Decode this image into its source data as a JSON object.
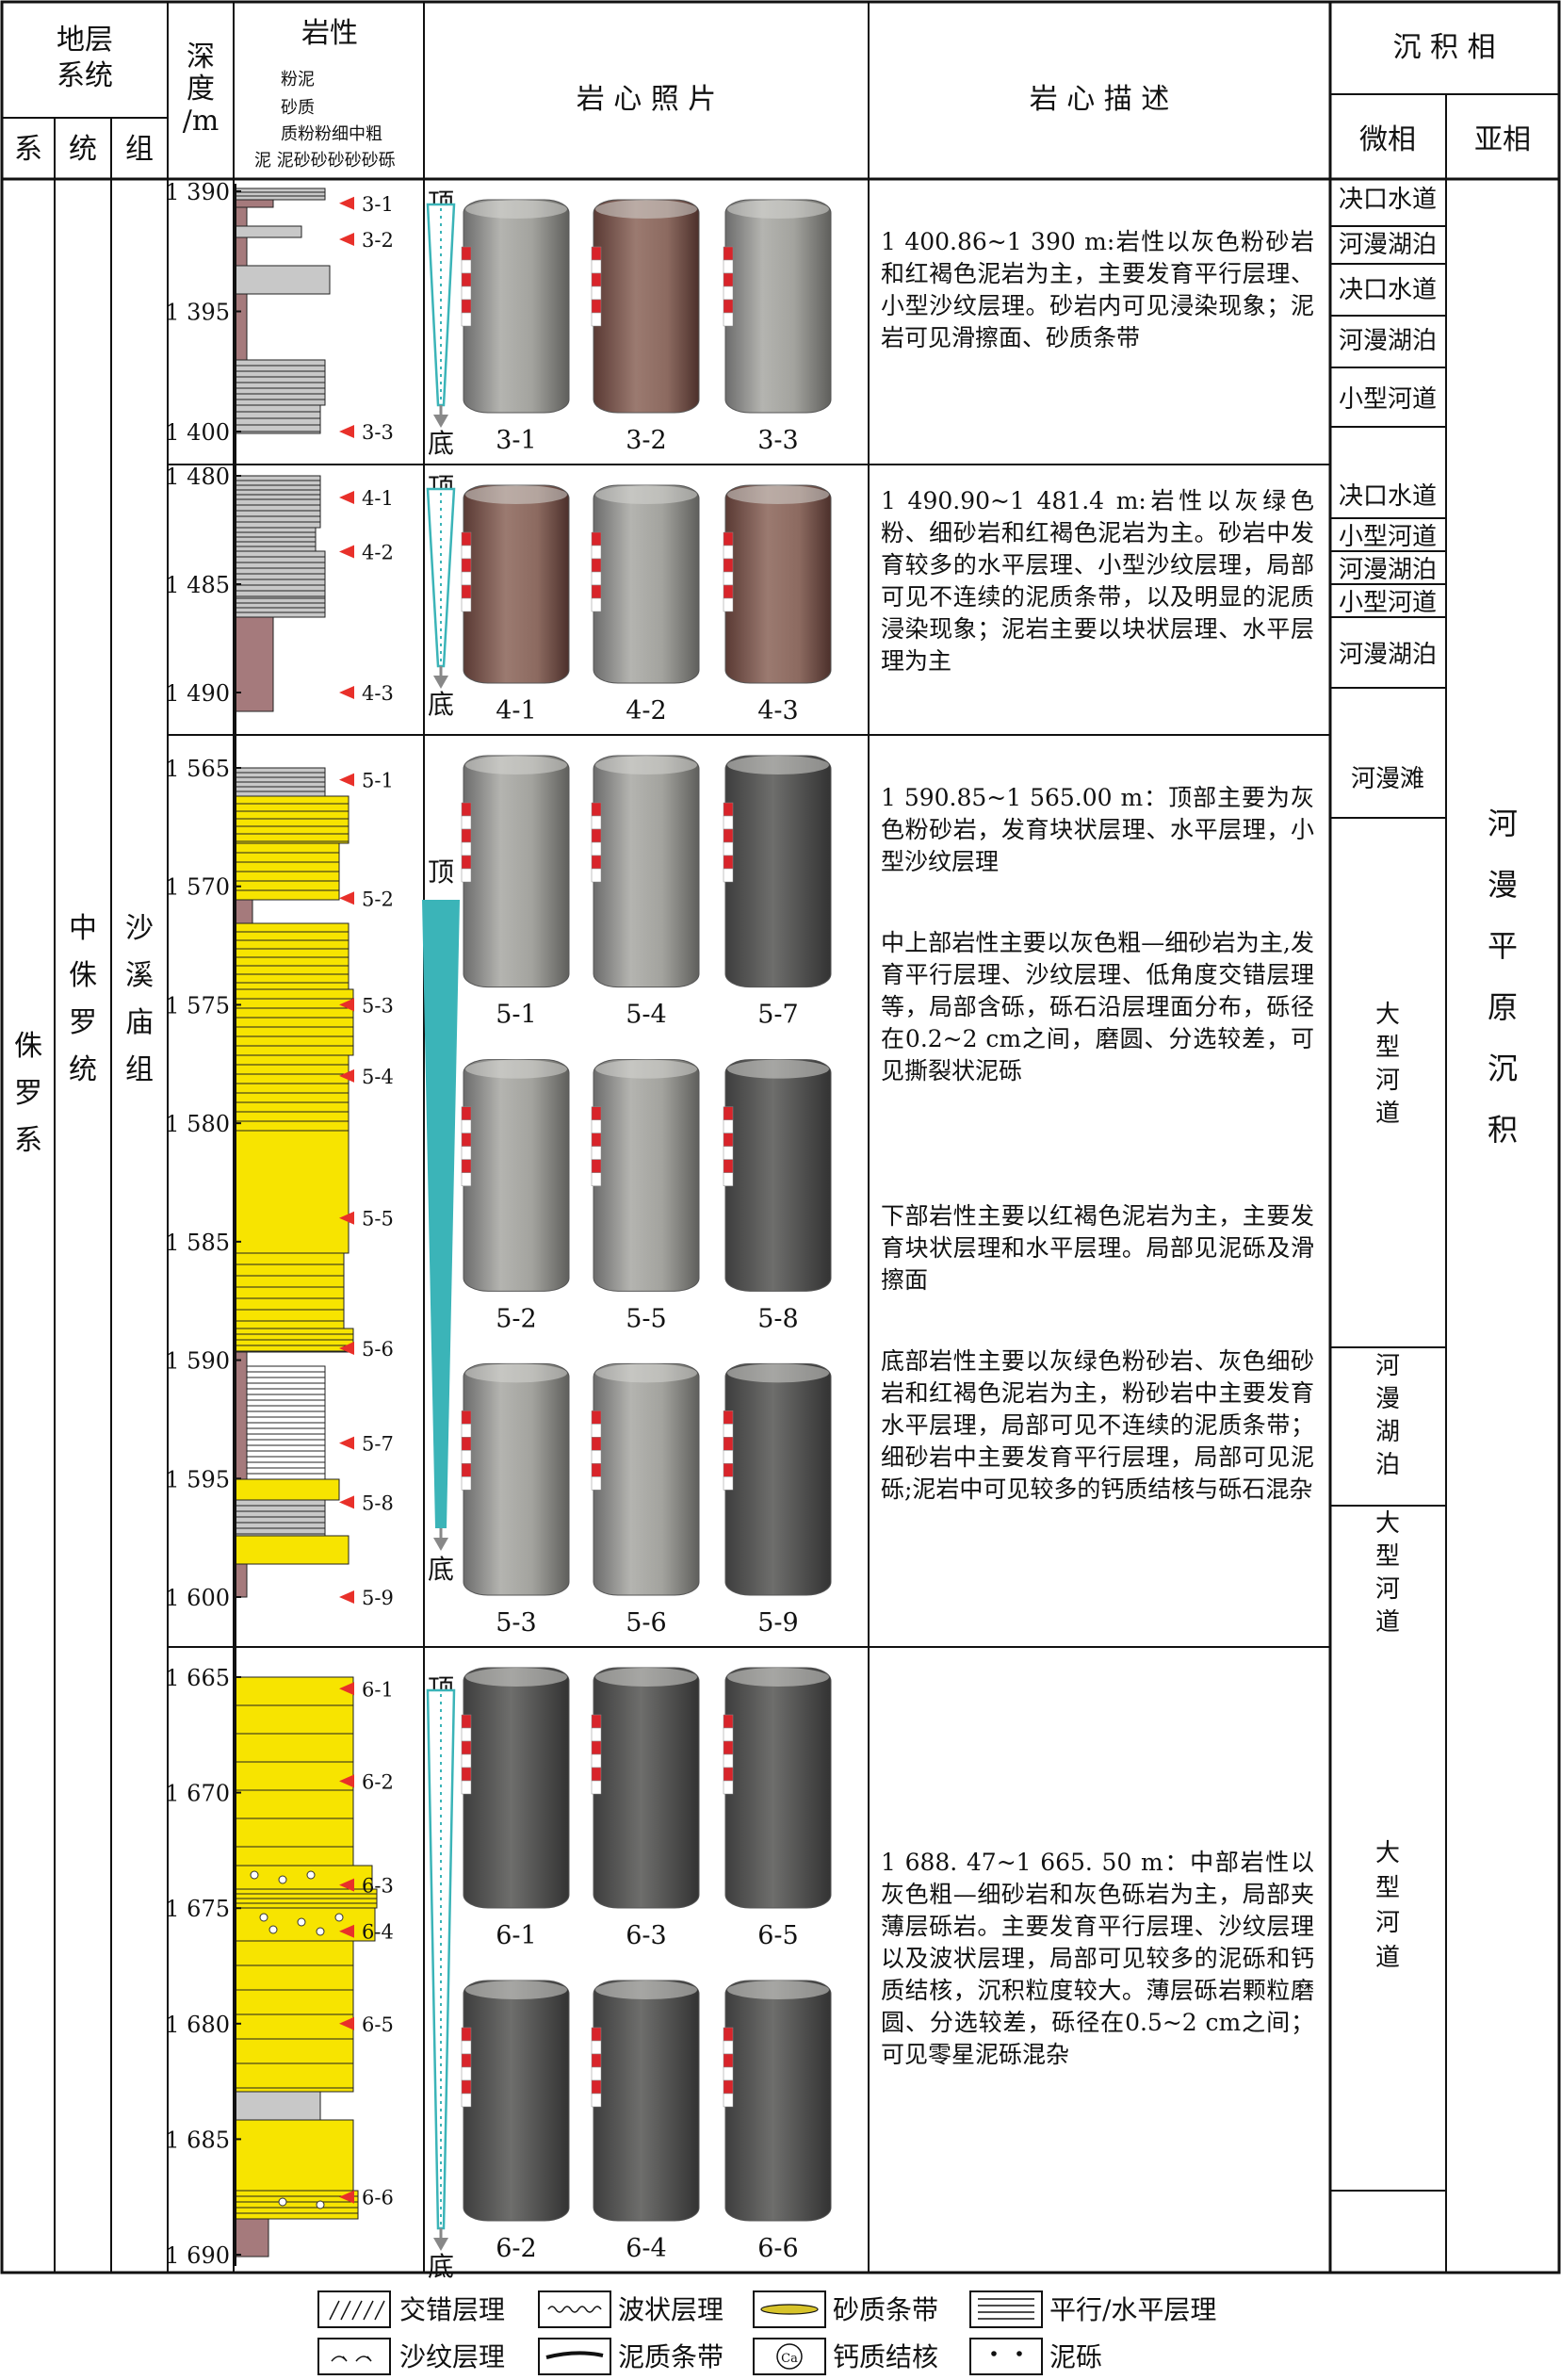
{
  "header": {
    "stratigraphy": "地层\n系统",
    "system": "系",
    "series": "统",
    "formation": "组",
    "depth": "深\n度\n/m",
    "lithology": "岩性",
    "lith_types": [
      "粉",
      "砂",
      "质",
      "泥"
    ],
    "lith_sub": "泥泥砂砂砂砂砂砾",
    "lith_sub2": "粉细中粗",
    "photos": "岩 心 照 片",
    "description": "岩 心 描 述",
    "facies": "沉 积 相",
    "microfacies": "微相",
    "subfacies": "亚相"
  },
  "strat": {
    "system": "侏罗系",
    "series": "中侏罗统",
    "formation": "沙溪庙组"
  },
  "sections": [
    {
      "depths": [
        "1 390",
        "1 395",
        "1 400"
      ],
      "depth_values": [
        1390,
        1395,
        1400
      ],
      "markers": [
        "3-1",
        "3-2",
        "3-3"
      ],
      "marker_depths": [
        1390.5,
        1392,
        1400
      ],
      "top_label": "顶",
      "bottom_label": "底",
      "photo_labels": [
        "3-1",
        "3-2",
        "3-3"
      ],
      "description": [
        "1 400.86~1 390 m:岩性以灰色粉砂岩和红褐色泥岩为主，主要发育平行层理、小型沙纹层理。砂岩内可见浸染现象；泥岩可见滑擦面、砂质条带"
      ],
      "micro": [
        "决口水道",
        "河漫湖泊",
        "决口水道",
        "河漫湖泊",
        "小型河道"
      ]
    },
    {
      "depths": [
        "1 480",
        "1 485",
        "1 490"
      ],
      "depth_values": [
        1480,
        1485,
        1490
      ],
      "markers": [
        "4-1",
        "4-2",
        "4-3"
      ],
      "marker_depths": [
        1481,
        1483.5,
        1490
      ],
      "top_label": "顶",
      "bottom_label": "底",
      "photo_labels": [
        "4-1",
        "4-2",
        "4-3"
      ],
      "description": [
        "1 490.90~1 481.4 m:岩性以灰绿色粉、细砂岩和红褐色泥岩为主。砂岩中发育较多的水平层理、小型沙纹层理，局部可见不连续的泥质条带，以及明显的泥质浸染现象；泥岩主要以块状层理、水平层理为主"
      ],
      "micro": [
        "决口水道",
        "小型河道",
        "河漫湖泊",
        "小型河道",
        "河漫湖泊"
      ]
    },
    {
      "depths": [
        "1 565",
        "1 570",
        "1 575",
        "1 580",
        "1 585",
        "1 590",
        "1 595",
        "1 600"
      ],
      "depth_values": [
        1565,
        1570,
        1575,
        1580,
        1585,
        1590,
        1595,
        1600
      ],
      "markers": [
        "5-1",
        "5-2",
        "5-3",
        "5-4",
        "5-5",
        "5-6",
        "5-7",
        "5-8",
        "5-9"
      ],
      "marker_depths": [
        1565.5,
        1570.5,
        1575,
        1578,
        1584,
        1589.5,
        1593.5,
        1596,
        1600
      ],
      "top_label": "顶",
      "bottom_label": "底",
      "photo_labels": [
        "5-1",
        "5-4",
        "5-7",
        "5-2",
        "5-5",
        "5-8",
        "5-3",
        "5-6",
        "5-9"
      ],
      "description": [
        "1 590.85~1 565.00 m：顶部主要为灰色粉砂岩，发育块状层理、水平层理，小型沙纹层理",
        "中上部岩性主要以灰色粗—细砂岩为主,发育平行层理、沙纹层理、低角度交错层理等，局部含砾，砾石沿层理面分布，砾径在0.2~2 cm之间，磨圆、分选较差，可见撕裂状泥砾",
        "下部岩性主要以红褐色泥岩为主，主要发育块状层理和水平层理。局部见泥砾及滑擦面",
        "底部岩性主要以灰绿色粉砂岩、灰色细砂岩和红褐色泥岩为主，粉砂岩中主要发育水平层理，局部可见不连续的泥质条带；细砂岩中主要发育平行层理，局部可见泥砾;泥岩中可见较多的钙质结核与砾石混杂"
      ],
      "micro": [
        "河漫滩",
        "大型河道",
        "河漫湖泊",
        "大型河道"
      ]
    },
    {
      "depths": [
        "1 665",
        "1 670",
        "1 675",
        "1 680",
        "1 685",
        "1 690"
      ],
      "depth_values": [
        1665,
        1670,
        1675,
        1680,
        1685,
        1690
      ],
      "markers": [
        "6-1",
        "6-2",
        "6-3",
        "6-4",
        "6-5",
        "6-6"
      ],
      "marker_depths": [
        1665.5,
        1669.5,
        1674,
        1676,
        1680,
        1687.5
      ],
      "top_label": "顶",
      "bottom_label": "底",
      "photo_labels": [
        "6-1",
        "6-3",
        "6-5",
        "6-2",
        "6-4",
        "6-6"
      ],
      "description": [
        "1 688. 47~1 665. 50 m：中部岩性以灰色粗—细砂岩和灰色砾岩为主，局部夹薄层砾岩。主要发育平行层理、沙纹层理以及波状层理，局部可见较多的泥砾和钙质结核，沉积粒度较大。薄层砾岩颗粒磨圆、分选较差，砾径在0.5~2 cm之间；可见零星泥砾混杂"
      ],
      "micro": [
        "大型河道"
      ]
    }
  ],
  "subfacies_text": "河漫平原沉积",
  "legend": {
    "items": [
      "交错层理",
      "波状层理",
      "砂质条带",
      "平行/水平层理",
      "沙纹层理",
      "泥质条带",
      "钙质结核",
      "泥砾"
    ]
  },
  "colors": {
    "sand": "#f7e400",
    "mud": "#a57a7c",
    "silt": "#c8c8c8",
    "arrow": "#3bb4b8",
    "marker": "#e8302a"
  }
}
